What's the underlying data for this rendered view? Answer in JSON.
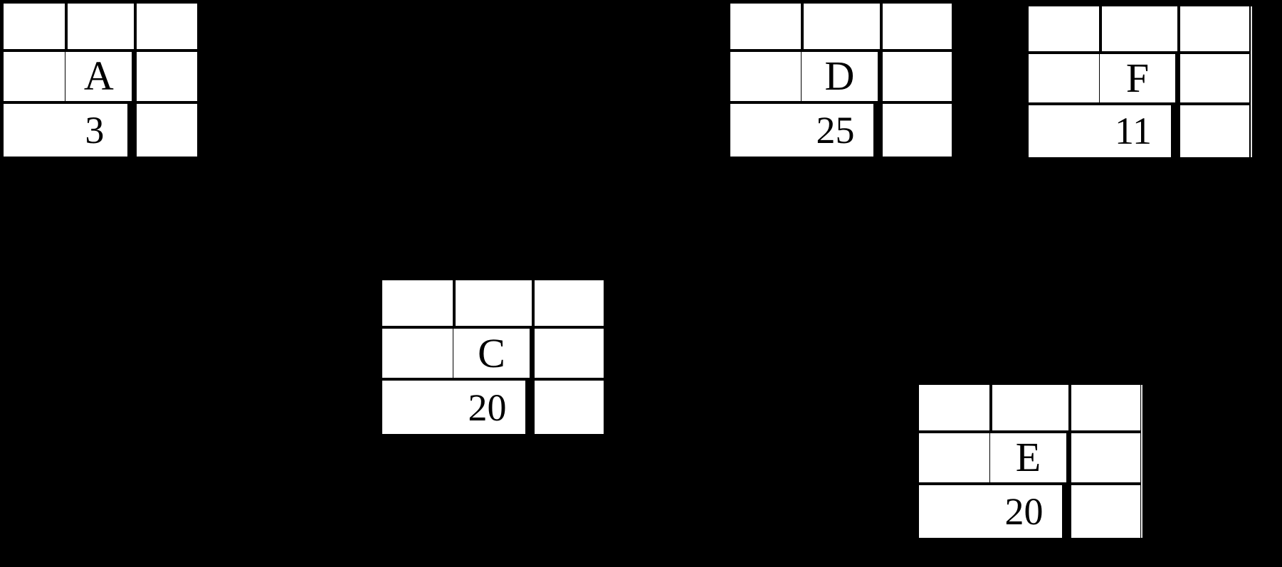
{
  "canvas": {
    "background_color": "#000000",
    "cell_color": "#ffffff",
    "grid_line_color": "#000000",
    "text_color": "#000000"
  },
  "structure_note": "Each node is a 3x3 grid table; the letter sits in the center cell (row 2, col 2) and the number in the cell below it (row 3, col 2); all other cells are empty.",
  "tables": [
    {
      "name": "A",
      "letter": "A",
      "value": "3"
    },
    {
      "name": "C",
      "letter": "C",
      "value": "20"
    },
    {
      "name": "D",
      "letter": "D",
      "value": "25"
    },
    {
      "name": "E",
      "letter": "E",
      "value": "20"
    },
    {
      "name": "F",
      "letter": "F",
      "value": "11"
    }
  ]
}
